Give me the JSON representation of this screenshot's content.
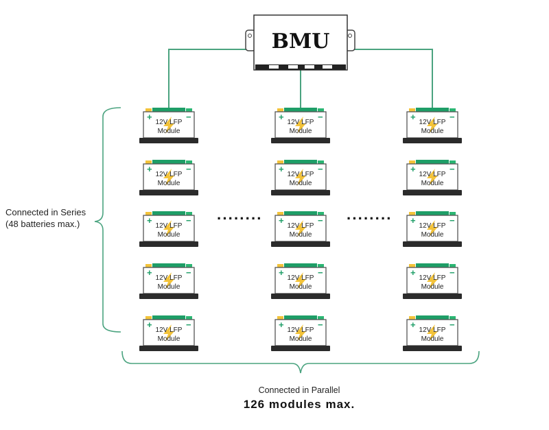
{
  "bmu": {
    "label": "BMU"
  },
  "module": {
    "line1": "12V LFP",
    "line2": "Module",
    "plus": "+",
    "minus": "−"
  },
  "grid": {
    "rows": 5,
    "columns": 3,
    "ellipsis": "········"
  },
  "series_label": {
    "line1": "Connected in Series",
    "line2": "(48 batteries max.)"
  },
  "parallel_label": {
    "line1": "Connected in Parallel",
    "line2": "126 modules max."
  },
  "colors": {
    "accent": "#1e9e67",
    "connector": "#4aa37f",
    "body_stroke": "#555555",
    "base": "#2b2b2b",
    "bolt": "#f3c33a",
    "terminal_plus": "#f3c33a",
    "terminal_minus": "#2bb673"
  }
}
